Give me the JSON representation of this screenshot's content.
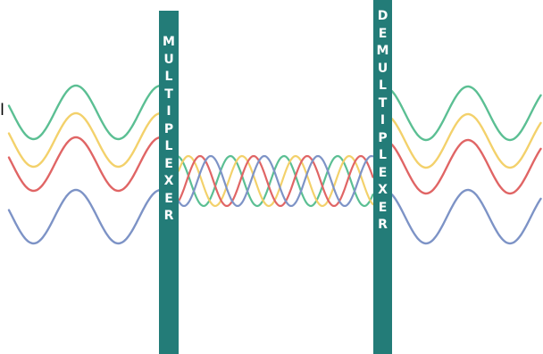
{
  "multiplexer": {
    "label": "MULTIPLEXER"
  },
  "demultiplexer": {
    "label": "DEMULTIPLEXER"
  },
  "stray_mark": "l",
  "colors": {
    "bar": "#237c78",
    "green": "#5bbf93",
    "yellow": "#f3d16b",
    "red": "#e06565",
    "blue": "#7d93c6"
  },
  "signals": [
    {
      "color": "green"
    },
    {
      "color": "yellow"
    },
    {
      "color": "red"
    },
    {
      "color": "blue"
    }
  ]
}
